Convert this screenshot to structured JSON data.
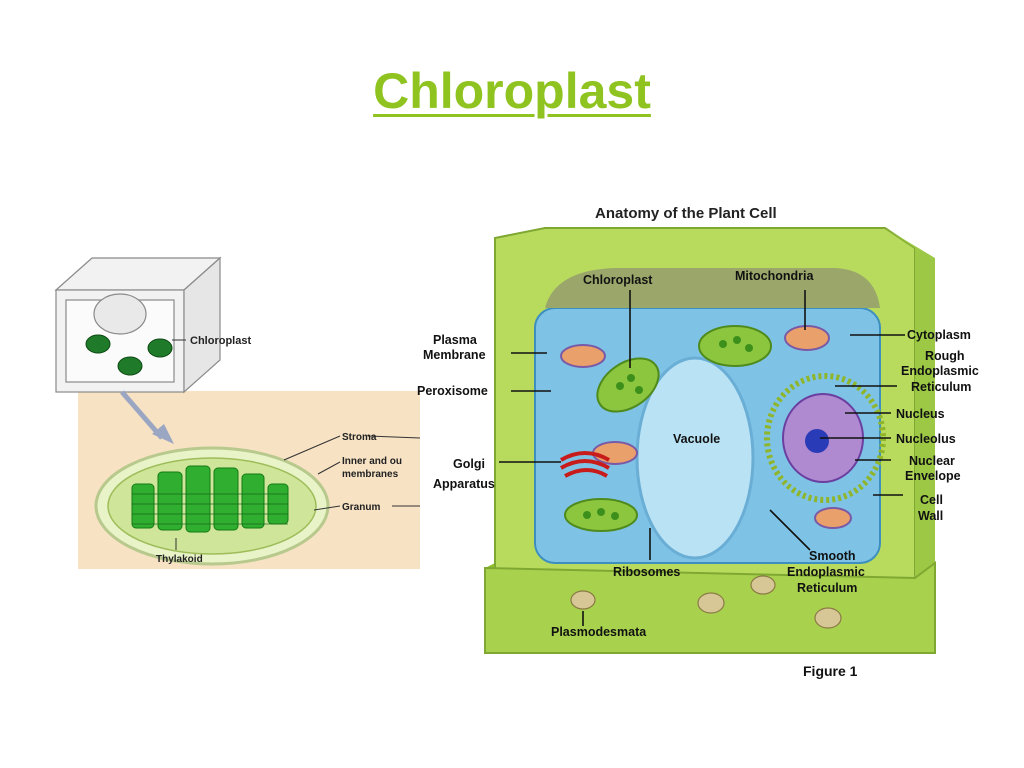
{
  "slide": {
    "title": "Chloroplast"
  },
  "chloroplast_diagram": {
    "labels": {
      "chloroplast": "Chloroplast",
      "stroma": "Stroma",
      "membranes_line1": "Inner and ou",
      "membranes_line2": "membranes",
      "granum": "Granum",
      "thylakoid": "Thylakoid"
    }
  },
  "plant_cell_diagram": {
    "title": "Anatomy of the Plant Cell",
    "caption": "Figure 1",
    "labels": {
      "chloroplast": "Chloroplast",
      "mitochondria": "Mitochondria",
      "plasma_membrane_1": "Plasma",
      "plasma_membrane_2": "Membrane",
      "peroxisome": "Peroxisome",
      "golgi_1": "Golgi",
      "golgi_2": "Apparatus",
      "vacuole": "Vacuole",
      "cytoplasm": "Cytoplasm",
      "rough_er_1": "Rough",
      "rough_er_2": "Endoplasmic",
      "rough_er_3": "Reticulum",
      "nucleus": "Nucleus",
      "nucleolus": "Nucleolus",
      "nuclear_envelope_1": "Nuclear",
      "nuclear_envelope_2": "Envelope",
      "cell_wall_1": "Cell",
      "cell_wall_2": "Wall",
      "smooth_er_1": "Smooth",
      "smooth_er_2": "Endoplasmic",
      "smooth_er_3": "Reticulum",
      "ribosomes": "Ribosomes",
      "plasmodesmata": "Plasmodesmata"
    }
  },
  "colors": {
    "title": "#8fc31f",
    "cell_wall": "#a6cf45",
    "cytoplasm": "#7ec3e6",
    "background_panel": "#f7e2c4",
    "chlorophyll": "#2f9e2f"
  }
}
